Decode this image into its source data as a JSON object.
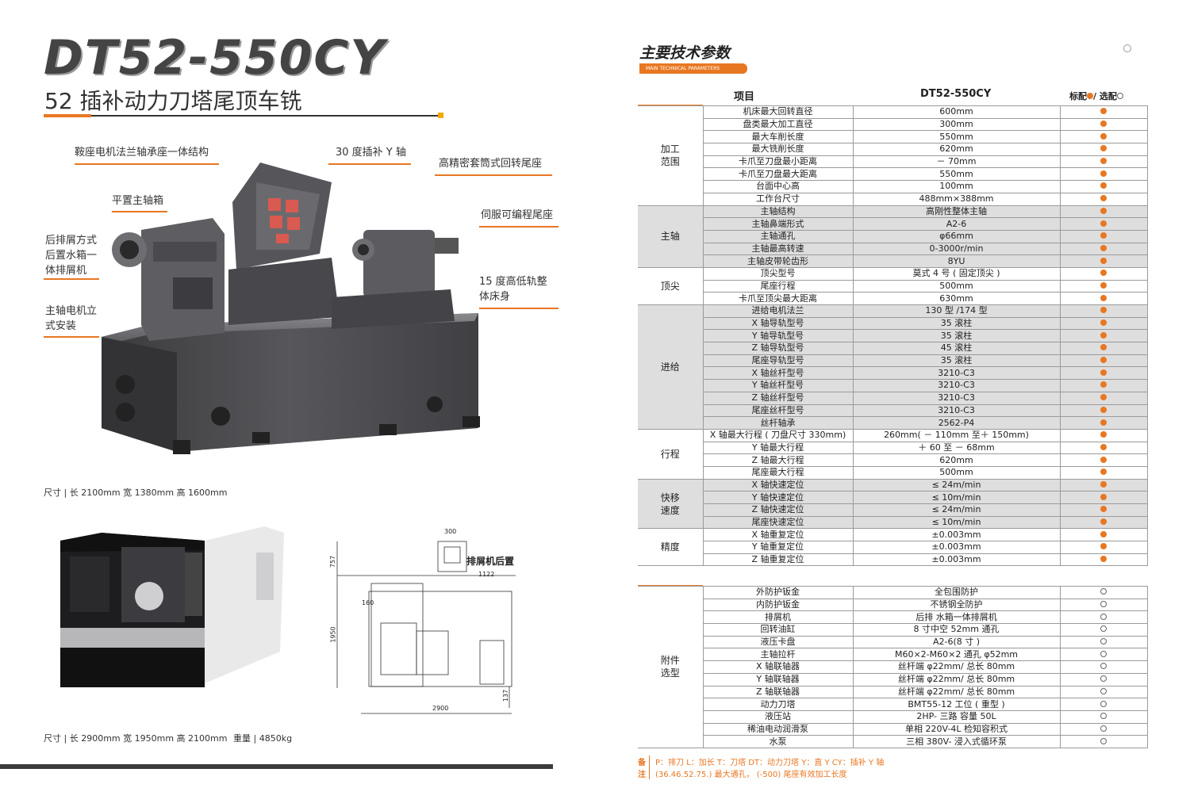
{
  "left": {
    "model_title": "DT52-550CY",
    "subtitle": "52 插补动力刀塔尾顶车铣",
    "callouts": {
      "saddle": "鞍座电机法兰轴承座一体结构",
      "y_axis": "30 度插补 Y 轴",
      "tailstock_rot": "高精密套筒式回转尾座",
      "spindle_box": "平置主轴箱",
      "servo_tail": "伺服可编程尾座",
      "chip": "后排屑方式\n后置水箱一\n体排屑机",
      "bed": "15 度高低轨整\n体床身",
      "motor": "主轴电机立\n式安装"
    },
    "size1": "尺寸 | 长 2100mm 宽 1380mm 高 1600mm",
    "size2": "尺寸 | 长 2900mm 宽 1950mm 高 2100mm",
    "weight": "重量 | 4850kg",
    "drawing": {
      "d300": "300",
      "d757": "757",
      "d1122": "1122",
      "d160": "160",
      "d1950": "1950",
      "d137": "137",
      "d2900": "2900",
      "chip_rear": "排屑机后置"
    }
  },
  "right": {
    "section_title": "主要技术参数",
    "section_sub": "MAIN TECHNICAL PARAMETERS",
    "head_item": "项目",
    "head_model": "DT52-550CY",
    "head_std": "标配",
    "head_opt": "/ 选配",
    "groups": [
      {
        "name": "加工\n范围",
        "shade": "w",
        "rows": [
          [
            "机床最大回转直径",
            "600mm"
          ],
          [
            "盘类最大加工直径",
            "300mm"
          ],
          [
            "最大车削长度",
            "550mm"
          ],
          [
            "最大铣削长度",
            "620mm"
          ],
          [
            "卡爪至刀盘最小距离",
            "－ 70mm"
          ],
          [
            "卡爪至刀盘最大距离",
            "550mm"
          ],
          [
            "台面中心高",
            "100mm"
          ],
          [
            "工作台尺寸",
            "488mm×388mm"
          ]
        ]
      },
      {
        "name": "主轴",
        "shade": "g",
        "rows": [
          [
            "主轴结构",
            "高刚性整体主轴"
          ],
          [
            "主轴鼻端形式",
            "A2-6"
          ],
          [
            "主轴通孔",
            "φ66mm"
          ],
          [
            "主轴最高转速",
            "0-3000r/min"
          ],
          [
            "主轴皮带轮齿形",
            "8YU"
          ]
        ]
      },
      {
        "name": "顶尖",
        "shade": "w",
        "rows": [
          [
            "顶尖型号",
            "莫式 4 号 ( 固定顶尖 )"
          ],
          [
            "尾座行程",
            "500mm"
          ],
          [
            "卡爪至顶尖最大距离",
            "630mm"
          ]
        ]
      },
      {
        "name": "进给",
        "shade": "g",
        "rows": [
          [
            "进给电机法兰",
            "130 型 /174 型"
          ],
          [
            "X 轴导轨型号",
            "35 滚柱"
          ],
          [
            "Y 轴导轨型号",
            "35 滚柱"
          ],
          [
            "Z 轴导轨型号",
            "45 滚柱"
          ],
          [
            "尾座导轨型号",
            "35 滚柱"
          ],
          [
            "X 轴丝杆型号",
            "3210-C3"
          ],
          [
            "Y 轴丝杆型号",
            "3210-C3"
          ],
          [
            "Z 轴丝杆型号",
            "3210-C3"
          ],
          [
            "尾座丝杆型号",
            "3210-C3"
          ],
          [
            "丝杆轴承",
            "2562-P4"
          ]
        ]
      },
      {
        "name": "行程",
        "shade": "w",
        "rows": [
          [
            "X 轴最大行程 ( 刀盘尺寸 330mm)",
            "260mm( － 110mm 至＋ 150mm)"
          ],
          [
            "Y 轴最大行程",
            "＋ 60 至 － 68mm"
          ],
          [
            "Z 轴最大行程",
            "620mm"
          ],
          [
            "尾座最大行程",
            "500mm"
          ]
        ]
      },
      {
        "name": "快移\n速度",
        "shade": "g",
        "rows": [
          [
            "X 轴快速定位",
            "≤ 24m/min"
          ],
          [
            "Y 轴快速定位",
            "≤ 10m/min"
          ],
          [
            "Z 轴快速定位",
            "≤ 24m/min"
          ],
          [
            "尾座快速定位",
            "≤ 10m/min"
          ]
        ]
      },
      {
        "name": "精度",
        "shade": "w",
        "rows": [
          [
            "X 轴重复定位",
            "±0.003mm"
          ],
          [
            "Y 轴重复定位",
            "±0.003mm"
          ],
          [
            "Z 轴重复定位",
            "±0.003mm"
          ]
        ]
      }
    ],
    "accessories": {
      "name": "附件\n选型",
      "rows": [
        [
          "外防护钣金",
          "全包围防护"
        ],
        [
          "内防护钣金",
          "不锈钢全防护"
        ],
        [
          "排屑机",
          "后排 水箱一体排屑机"
        ],
        [
          "回转油缸",
          "8 寸中空 52mm 通孔"
        ],
        [
          "液压卡盘",
          "A2-6(8 寸 )"
        ],
        [
          "主轴拉杆",
          "M60×2-M60×2 通孔 φ52mm"
        ],
        [
          "X 轴联轴器",
          "丝杆端 φ22mm/ 总长 80mm"
        ],
        [
          "Y 轴联轴器",
          "丝杆端 φ22mm/ 总长 80mm"
        ],
        [
          "Z 轴联轴器",
          "丝杆端 φ22mm/ 总长 80mm"
        ],
        [
          "动力刀塔",
          "BMT55-12 工位 ( 重型 )"
        ],
        [
          "液压站",
          "2HP- 三路 容量 50L"
        ],
        [
          "稀油电动润滑泵",
          "单相 220V-4L 检知容积式"
        ],
        [
          "水泵",
          "三相 380V- 浸入式循环泵"
        ]
      ]
    },
    "notes_label": "备\n注",
    "note1": "P：排刀  L：加长  T：刀塔  DT：动力刀塔  Y：直 Y  CY：插补 Y 轴",
    "note2": "(36.46.52.75.) 最大通孔， (-500) 尾座有效加工长度",
    "colors": {
      "accent": "#e87722",
      "shade": "#dedede"
    }
  }
}
